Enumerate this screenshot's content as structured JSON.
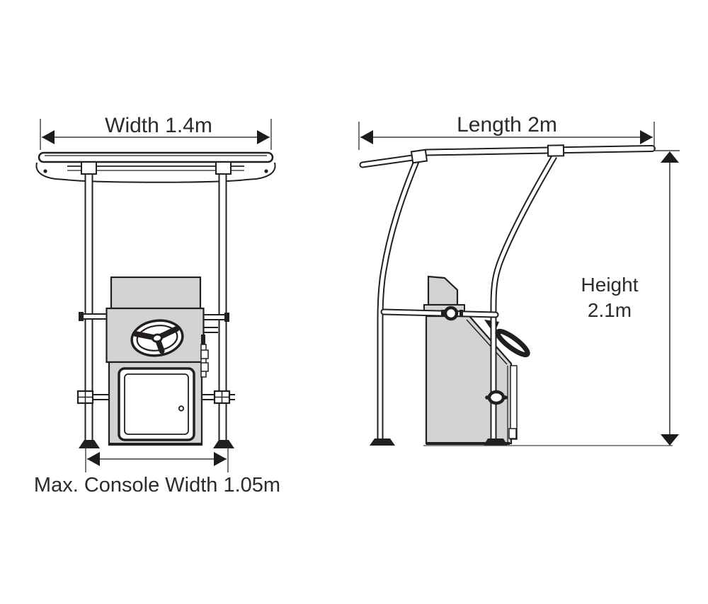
{
  "labels": {
    "width": "Width 1.4m",
    "length": "Length 2m",
    "height_line1": "Height",
    "height_line2": "2.1m",
    "console_width": "Max. Console Width 1.05m"
  },
  "colors": {
    "line": "#231f20",
    "panel_gray": "#d2d3d2",
    "dimension_line": "#3f3f3f",
    "arrow_fill": "#1c1c1c",
    "background": "#ffffff"
  }
}
